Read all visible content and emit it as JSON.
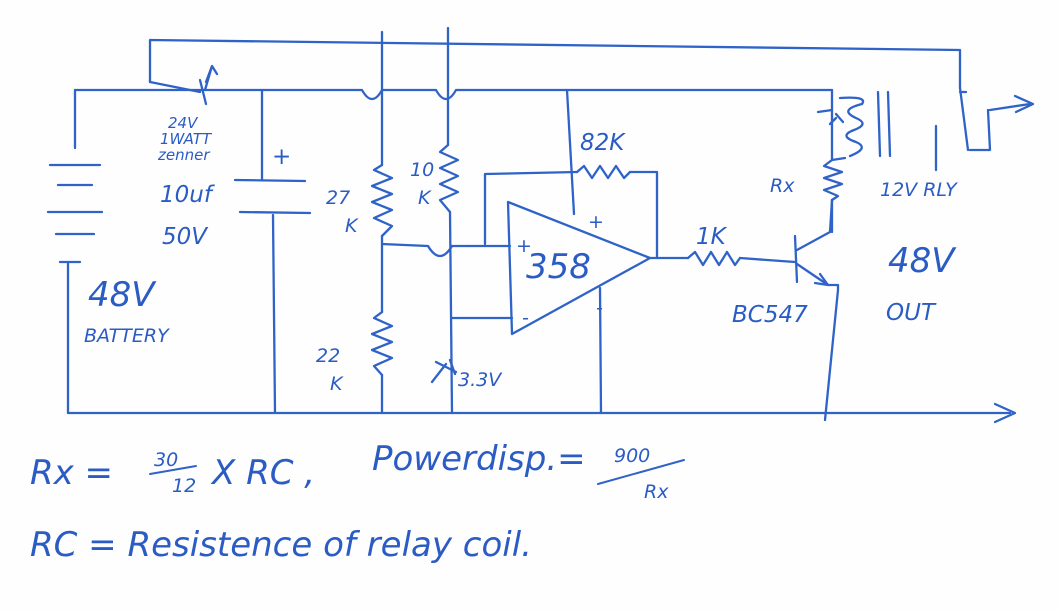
{
  "labels": {
    "zener_v": "24V",
    "zener_w": "1WATT",
    "zener_word": "zenner",
    "cap_plus": "+",
    "cap_val": "10uf",
    "cap_volt": "50V",
    "r27_a": "27",
    "r27_b": "K",
    "r10_a": "10",
    "r10_b": "K",
    "r22_a": "22",
    "r22_b": "K",
    "zener33": "3.3V",
    "r82": "82K",
    "opamp_plus_top": "+",
    "opamp_in_plus": "+",
    "opamp_model": "358",
    "opamp_in_minus": "-",
    "opamp_minus_bot": "-",
    "r1k": "1K",
    "rx": "Rx",
    "transistor": "BC547",
    "relay": "12V RLY",
    "out_v": "48V",
    "out_word": "OUT",
    "battery_v": "48V",
    "battery_word": "BATTERY"
  },
  "formulas": {
    "rx_left": "Rx =",
    "frac_num": "30",
    "frac_den": "12",
    "rx_right": "X RC ,",
    "power": "Powerdisp.=",
    "power_num": "900",
    "power_den": "Rx",
    "rc_def": "RC = Resistence of relay coil."
  },
  "colors": {
    "ink": "#2f63c8",
    "paper": "#fefefe"
  }
}
